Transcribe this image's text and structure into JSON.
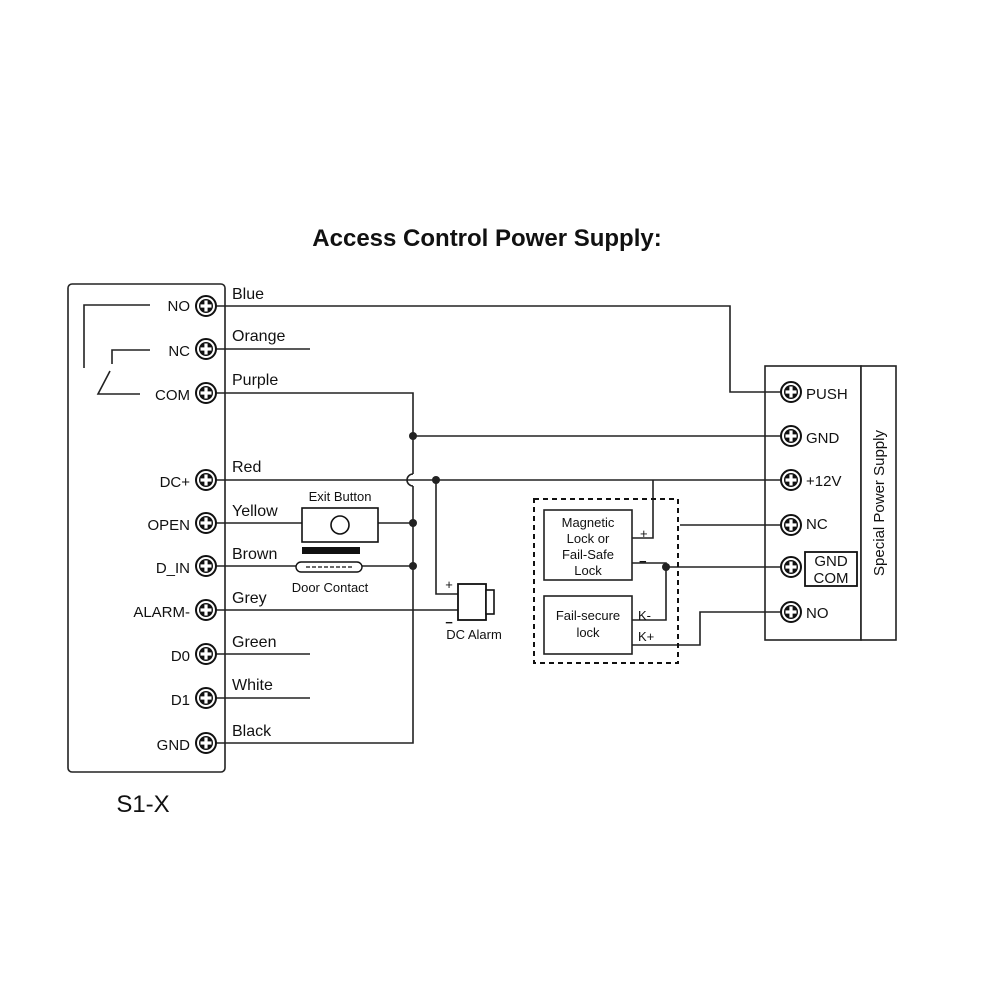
{
  "title": "Access Control Power Supply:",
  "controller": {
    "model": "S1-X",
    "terminals": [
      {
        "label": "NO",
        "wire": "Blue"
      },
      {
        "label": "NC",
        "wire": "Orange"
      },
      {
        "label": "COM",
        "wire": "Purple"
      },
      {
        "label": "DC+",
        "wire": "Red"
      },
      {
        "label": "OPEN",
        "wire": "Yellow"
      },
      {
        "label": "D_IN",
        "wire": "Brown"
      },
      {
        "label": "ALARM-",
        "wire": "Grey"
      },
      {
        "label": "D0",
        "wire": "Green"
      },
      {
        "label": "D1",
        "wire": "White"
      },
      {
        "label": "GND",
        "wire": "Black"
      }
    ]
  },
  "power_supply": {
    "name": "Special Power Supply",
    "terminals": [
      "PUSH",
      "GND",
      "+12V",
      "NC",
      "GND\nCOM",
      "NO"
    ],
    "gnd_label": "GND",
    "com_label": "COM"
  },
  "components": {
    "exit_button": "Exit Button",
    "door_contact": "Door Contact",
    "dc_alarm": "DC Alarm",
    "alarm_plus": "+",
    "alarm_minus": "−",
    "magnetic_lock_lines": [
      "Magnetic",
      "Lock or",
      "Fail-Safe",
      "Lock"
    ],
    "mag_plus": "+",
    "mag_minus": "−",
    "fail_secure_lines": [
      "Fail-secure",
      "lock"
    ],
    "k_minus": "K-",
    "k_plus": "K+"
  }
}
